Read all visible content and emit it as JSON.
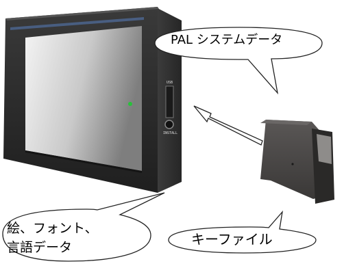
{
  "callouts": {
    "pal_system_data": "PAL システムデータ",
    "picture_font_language_line1": "絵、フォント、",
    "picture_font_language_line2": "言語データ",
    "key_file": "キーファイル"
  },
  "device": {
    "usb_port_label": "USB",
    "install_button_label": "INSTALL",
    "status_led_color": "#27c23a"
  },
  "colors": {
    "device_body": "#2b2b2b",
    "screen_light": "#f1f1f1",
    "screen_dark": "#8a8a8a",
    "key_body": "#4a4847"
  }
}
